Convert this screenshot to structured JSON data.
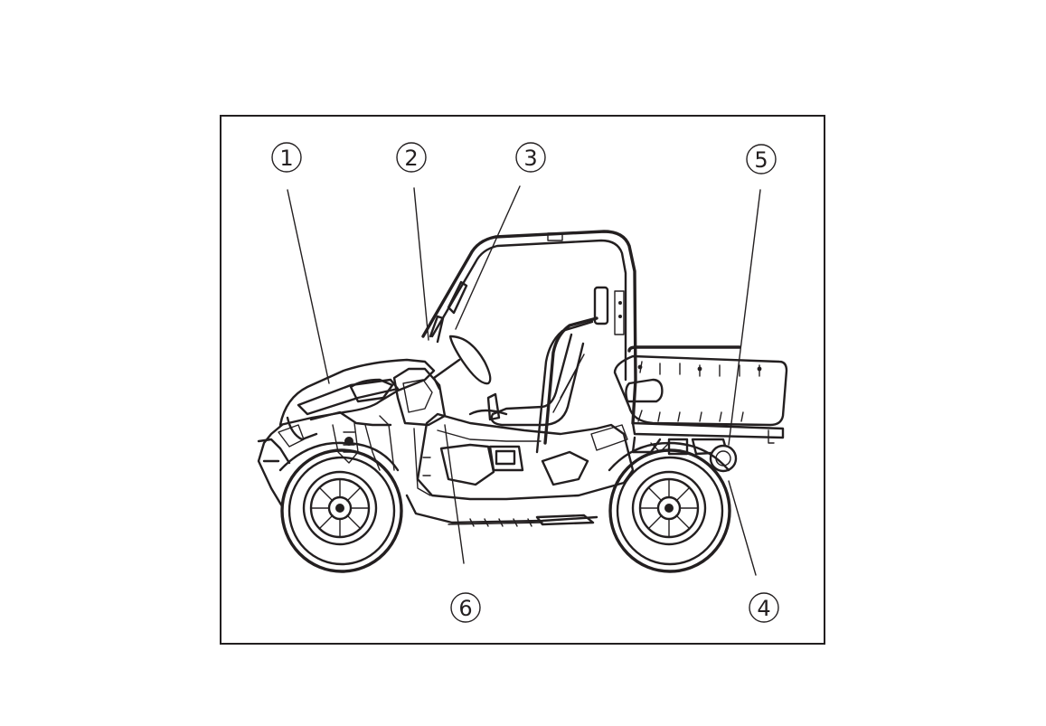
{
  "figure": {
    "colors": {
      "line": "#231f20",
      "background": "#ffffff"
    },
    "callouts": [
      {
        "id": "1",
        "label": "1"
      },
      {
        "id": "2",
        "label": "2"
      },
      {
        "id": "3",
        "label": "3"
      },
      {
        "id": "4",
        "label": "4"
      },
      {
        "id": "5",
        "label": "5"
      },
      {
        "id": "6",
        "label": "6"
      }
    ]
  }
}
